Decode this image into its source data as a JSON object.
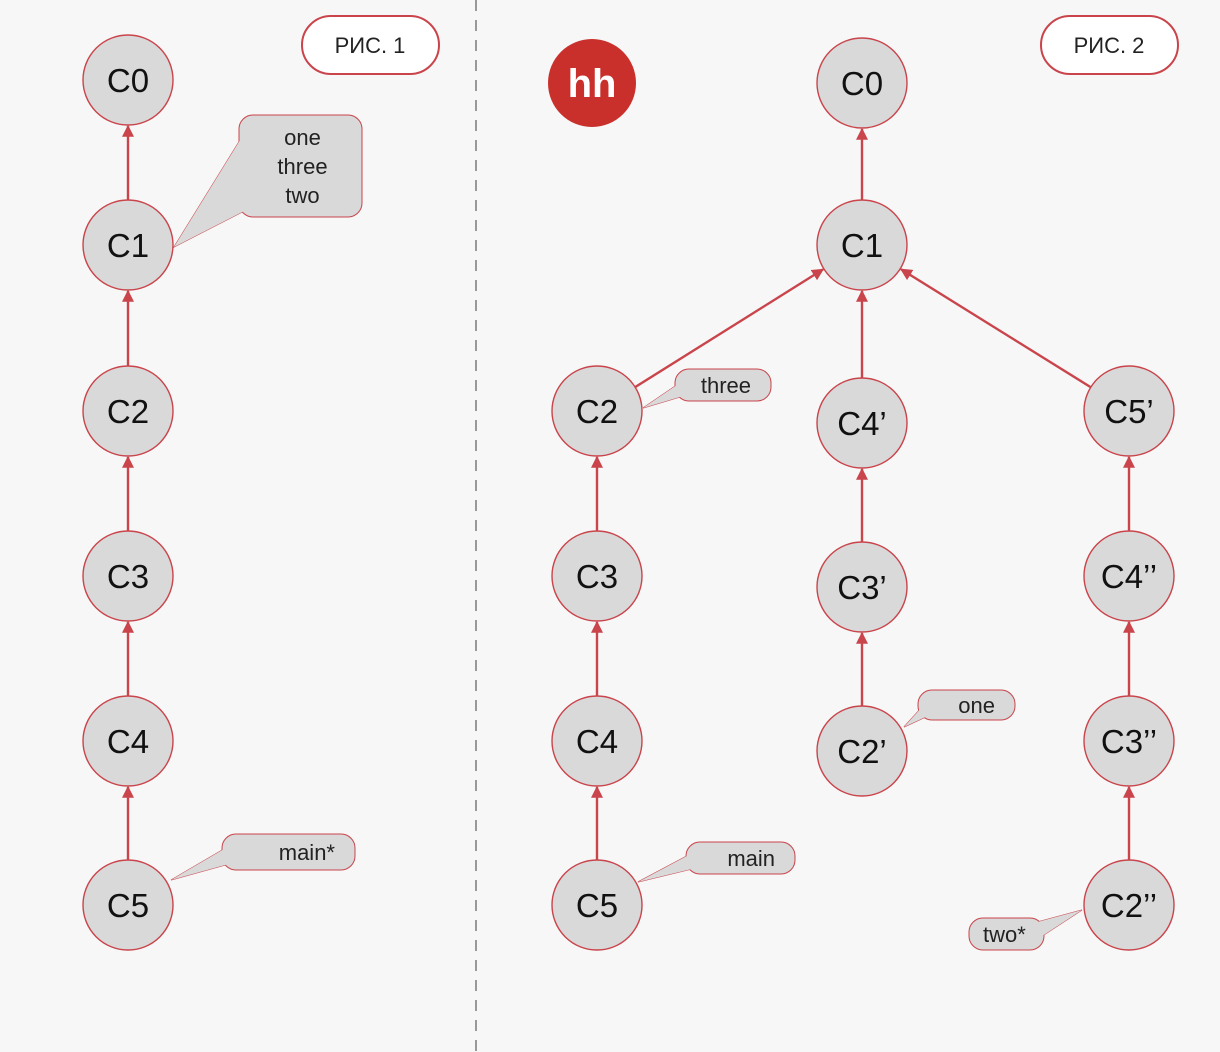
{
  "figures": {
    "left": "РИС. 1",
    "right": "РИС. 2"
  },
  "logo": {
    "text": "hh",
    "color": "#c9302c",
    "icon": "hh-logo-icon"
  },
  "colors": {
    "edge": "#c9444b",
    "node_fill": "#d9d9d9",
    "tag_fill": "#d9d9d9"
  },
  "fig1": {
    "nodes": [
      {
        "id": "f1-c0",
        "label": "C0"
      },
      {
        "id": "f1-c1",
        "label": "C1"
      },
      {
        "id": "f1-c2",
        "label": "C2"
      },
      {
        "id": "f1-c3",
        "label": "C3"
      },
      {
        "id": "f1-c4",
        "label": "C4"
      },
      {
        "id": "f1-c5",
        "label": "C5"
      }
    ],
    "tags": [
      {
        "node": "f1-c1",
        "lines": [
          "one",
          "three",
          "two"
        ]
      },
      {
        "node": "f1-c5",
        "lines": [
          "main*"
        ]
      }
    ]
  },
  "fig2": {
    "nodes": [
      {
        "id": "f2-c0",
        "label": "C0"
      },
      {
        "id": "f2-c1",
        "label": "C1"
      },
      {
        "id": "f2-c2",
        "label": "C2"
      },
      {
        "id": "f2-c3",
        "label": "C3"
      },
      {
        "id": "f2-c4",
        "label": "C4"
      },
      {
        "id": "f2-c5",
        "label": "C5"
      },
      {
        "id": "f2-c4p",
        "label": "C4’"
      },
      {
        "id": "f2-c3p",
        "label": "C3’"
      },
      {
        "id": "f2-c2p",
        "label": "C2’"
      },
      {
        "id": "f2-c5p",
        "label": "C5’"
      },
      {
        "id": "f2-c4pp",
        "label": "C4’’"
      },
      {
        "id": "f2-c3pp",
        "label": "C3’’"
      },
      {
        "id": "f2-c2pp",
        "label": "C2’’"
      }
    ],
    "tags": [
      {
        "node": "f2-c2",
        "lines": [
          "three"
        ]
      },
      {
        "node": "f2-c2p",
        "lines": [
          "one"
        ]
      },
      {
        "node": "f2-c5",
        "lines": [
          "main"
        ]
      },
      {
        "node": "f2-c2pp",
        "lines": [
          "two*"
        ]
      }
    ]
  }
}
